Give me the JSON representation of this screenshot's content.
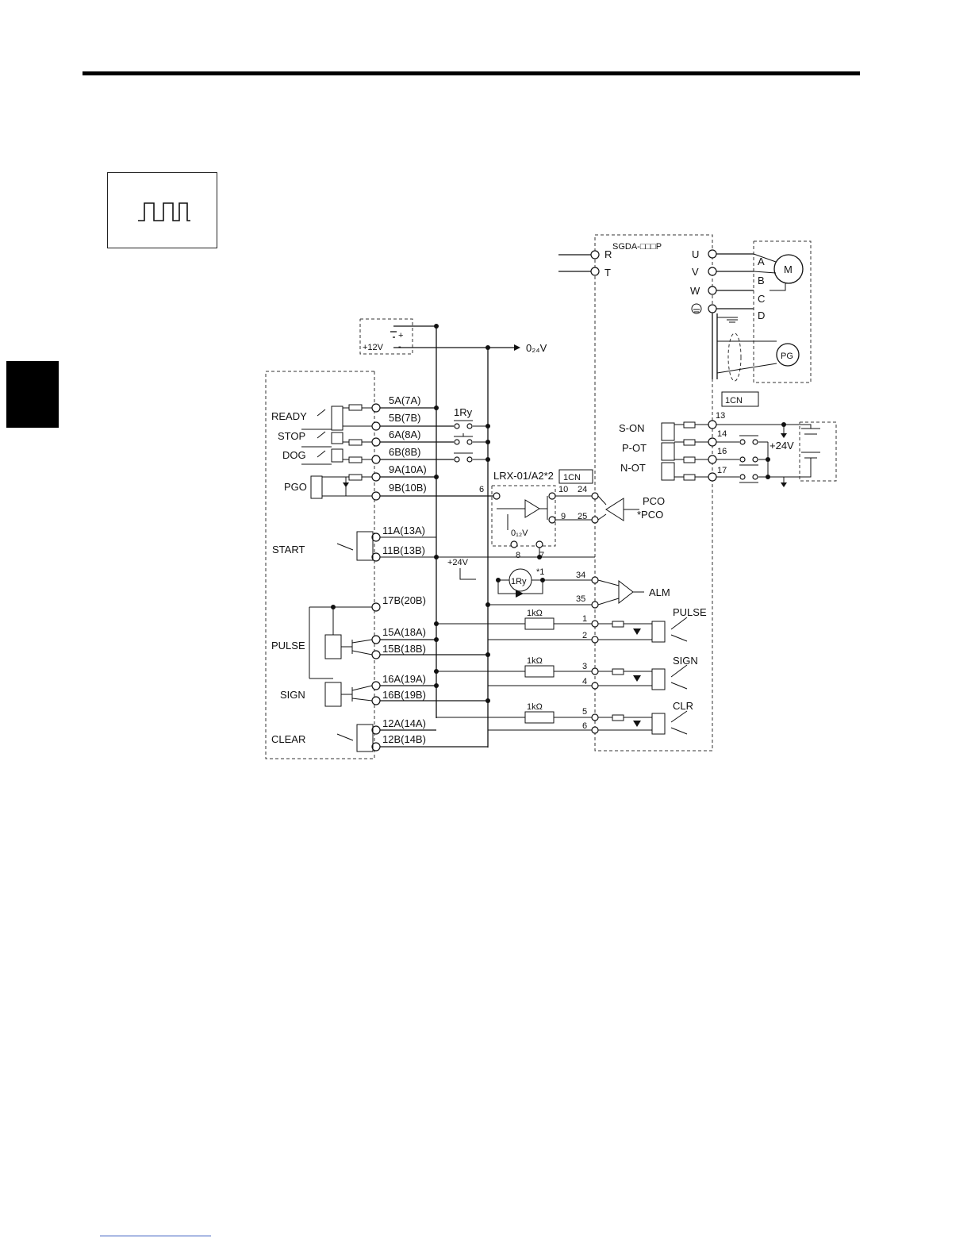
{
  "servo_unit": {
    "model": "SGDA-□□□P"
  },
  "power": {
    "r": "R",
    "t": "T"
  },
  "motor_terminals": {
    "u": "U",
    "v": "V",
    "w": "W"
  },
  "motor_pins": {
    "a": "A",
    "b": "B",
    "c": "C",
    "d": "D"
  },
  "motor": {
    "m": "M",
    "pg": "PG"
  },
  "supply": {
    "v12": "+12V",
    "plus": "+",
    "minus": "-",
    "ground": "0₂₄V",
    "v24": "+24V",
    "v24_right": "+24V"
  },
  "connector": {
    "label_1cn": "1CN",
    "label_1cn_mid": "1CN"
  },
  "positioning_module": {
    "signals": {
      "ready": "READY",
      "stop": "STOP",
      "dog": "DOG",
      "pgo": "PGO",
      "start": "START",
      "pulse": "PULSE",
      "sign": "SIGN",
      "clear": "CLEAR"
    },
    "pins": {
      "p5a": "5A(7A)",
      "p5b": "5B(7B)",
      "p6a": "6A(8A)",
      "p6b": "6B(8B)",
      "p9a": "9A(10A)",
      "p9b": "9B(10B)",
      "p11a": "11A(13A)",
      "p11b": "11B(13B)",
      "p17b": "17B(20B)",
      "p15a": "15A(18A)",
      "p15b": "15B(18B)",
      "p16a": "16A(19A)",
      "p16b": "16B(19B)",
      "p12a": "12A(14A)",
      "p12b": "12B(14B)"
    }
  },
  "relay": {
    "label": "1Ry",
    "coil": "1Ry",
    "note1": "*1"
  },
  "line_receiver": {
    "label": "LRX-01/A2*2",
    "gnd12": "0₁₂V",
    "pins": {
      "p6": "6",
      "p10": "10",
      "p24": "24",
      "p9": "9",
      "p25": "25",
      "p8": "8",
      "p7": "7",
      "p34": "34",
      "p35": "35"
    }
  },
  "servo_inputs": {
    "son": "S-ON",
    "pot": "P-OT",
    "not": "N-OT",
    "pins": {
      "p13": "13",
      "p14": "14",
      "p16": "16",
      "p17": "17"
    }
  },
  "servo_outputs": {
    "pco": "PCO",
    "npco": "*PCO",
    "alm": "ALM"
  },
  "command_inputs": {
    "pulse": "PULSE",
    "sign": "SIGN",
    "clr": "CLR",
    "resistor": "1kΩ",
    "pins": {
      "p1": "1",
      "p2": "2",
      "p3": "3",
      "p4": "4",
      "p5": "5",
      "p6": "6"
    }
  }
}
